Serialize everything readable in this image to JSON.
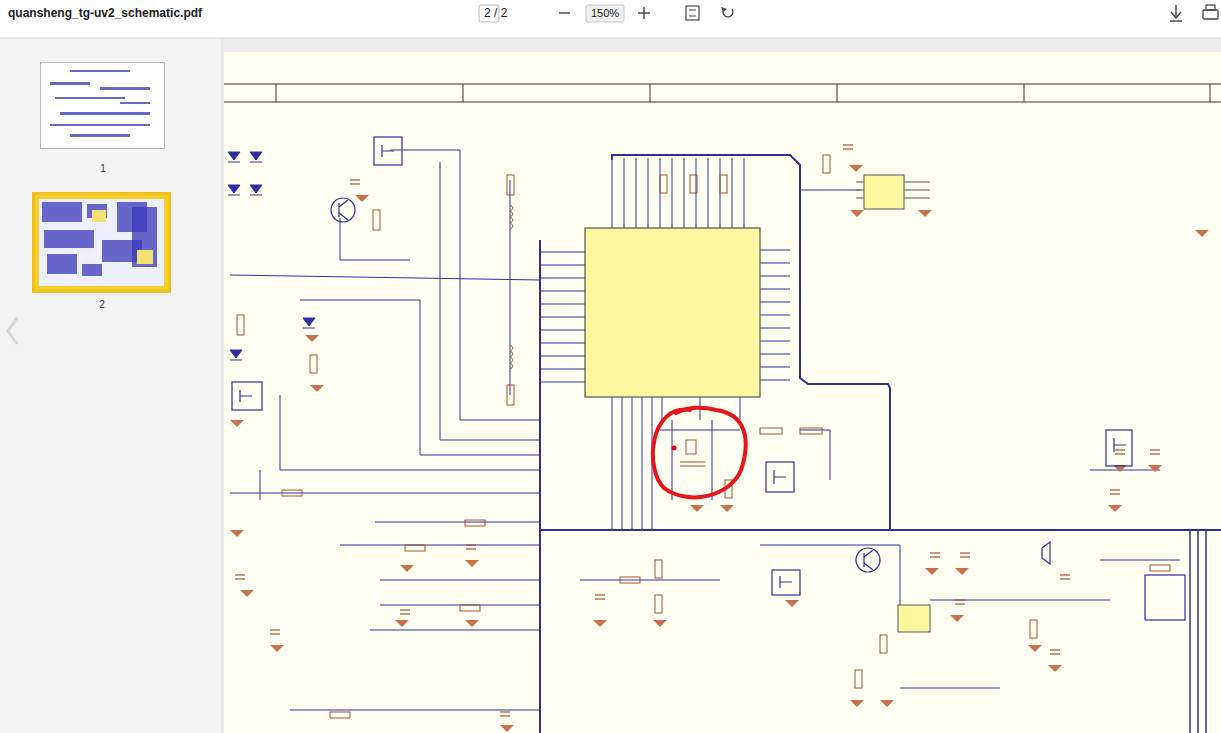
{
  "diagram": {
    "nodes": [
      {
        "text": [
          "1"
        ]
      },
      {
        "text": [
          "2"
        ]
      }
    ],
    "labels": [
      "quansheng_tg-uv2_schematic.pdf",
      "2 / 2",
      "150%"
    ]
  }
}
